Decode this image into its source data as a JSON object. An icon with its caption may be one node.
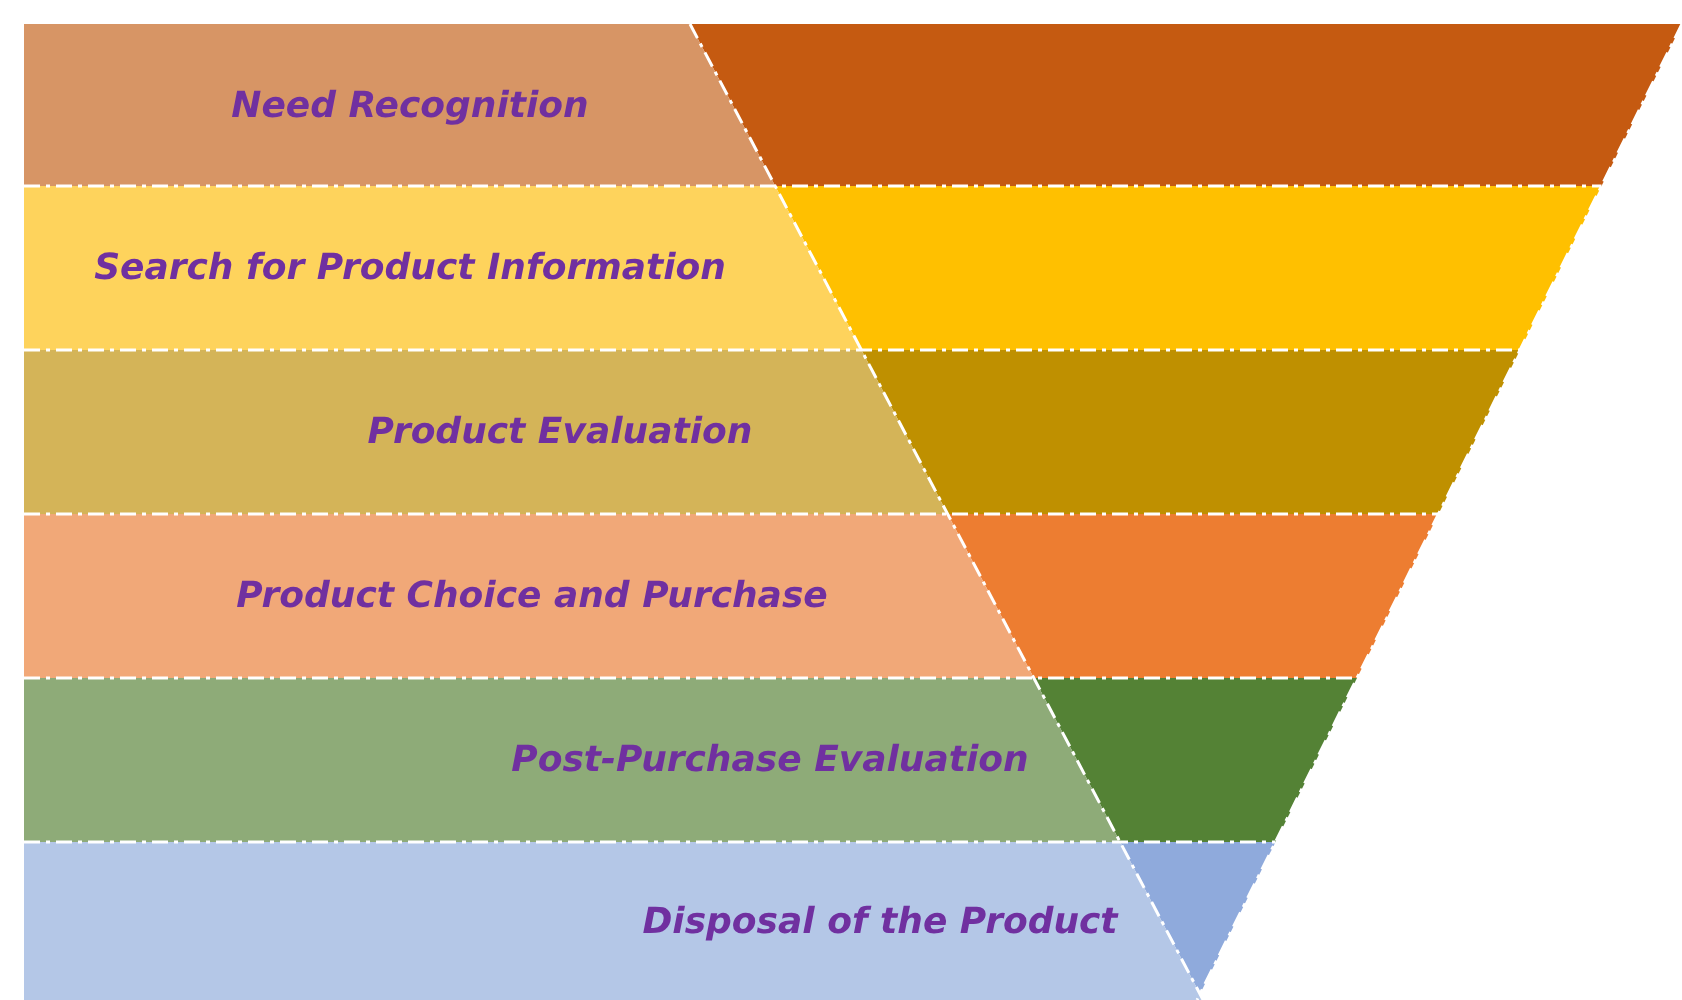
{
  "diagram": {
    "nodes": [
      {
        "text": [
          "Need Recognition"
        ]
      },
      {
        "text": [
          "Search for Product Information"
        ]
      },
      {
        "text": [
          "Product Evaluation"
        ]
      },
      {
        "text": [
          "Product Choice and Purchase"
        ]
      },
      {
        "text": [
          "Post-Purchase Evaluation"
        ]
      },
      {
        "text": [
          "Disposal of the Product"
        ]
      }
    ]
  }
}
